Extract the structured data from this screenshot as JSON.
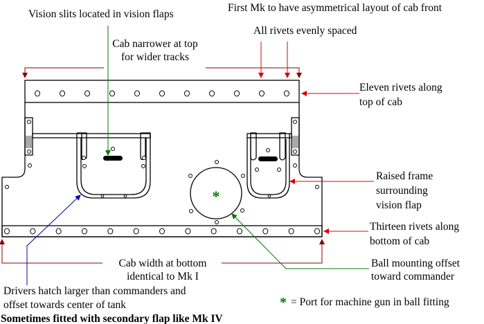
{
  "labels": {
    "first_mk": "First Mk to have asymmetrical layout of cab front",
    "vision_slits": "Vision slits located in vision flaps",
    "all_rivets": "All rivets evenly spaced",
    "cab_narrower_1": "Cab narrower at top",
    "cab_narrower_2": "for wider tracks",
    "eleven_rivets_1": "Eleven rivets along",
    "eleven_rivets_2": "top of cab",
    "raised_frame_1": "Raised frame",
    "raised_frame_2": "surrounding",
    "raised_frame_3": "vision flap",
    "thirteen_rivets_1": "Thirteen rivets along",
    "thirteen_rivets_2": "bottom of cab",
    "cab_width_1": "Cab width at bottom",
    "cab_width_2": "identical to Mk I",
    "ball_mount_1": "Ball mounting offset",
    "ball_mount_2": "toward commander",
    "drivers_hatch_1": "Drivers hatch larger than commanders and",
    "drivers_hatch_2": "offset towards center of tank",
    "port_legend_symbol": "*",
    "port_legend": "= Port for machine gun in ball fitting",
    "secondary_flap": "Sometimes fitted with secondary flap like  Mk IV"
  },
  "colors": {
    "red": "#e00000",
    "darkred": "#8b0000",
    "green": "#007a00",
    "blue": "#0000b0"
  }
}
